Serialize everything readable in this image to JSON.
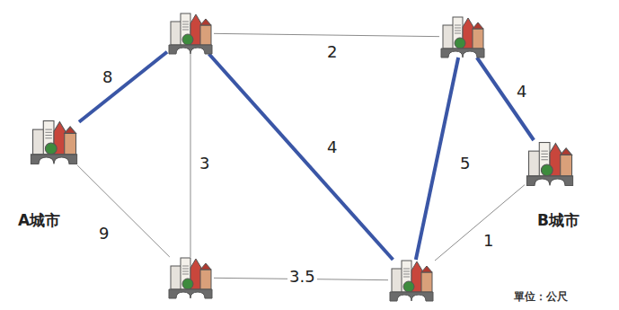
{
  "diagram": {
    "nodes": [
      {
        "text": []
      },
      {
        "text": []
      },
      {
        "text": [
          "A城市"
        ]
      },
      {
        "text": [
          "B城市"
        ]
      },
      {
        "text": []
      },
      {
        "text": []
      }
    ],
    "edges": [
      {
        "from": 2,
        "to": 0,
        "arrow": "none",
        "label": "8"
      },
      {
        "from": 0,
        "to": 1,
        "arrow": "none",
        "label": "2"
      },
      {
        "from": 0,
        "to": 5,
        "arrow": "none",
        "label": "4"
      },
      {
        "from": 0,
        "to": 4,
        "arrow": "none",
        "label": "3"
      },
      {
        "from": 2,
        "to": 4,
        "arrow": "none",
        "label": "9"
      },
      {
        "from": 1,
        "to": 3,
        "arrow": "none",
        "label": "4"
      },
      {
        "from": 1,
        "to": 5,
        "arrow": "none",
        "label": "5"
      },
      {
        "from": 4,
        "to": 5,
        "arrow": "none",
        "label": "3.5"
      },
      {
        "from": 5,
        "to": 3,
        "arrow": "none",
        "label": "1"
      }
    ],
    "labels": [
      "單位：公尺"
    ]
  }
}
